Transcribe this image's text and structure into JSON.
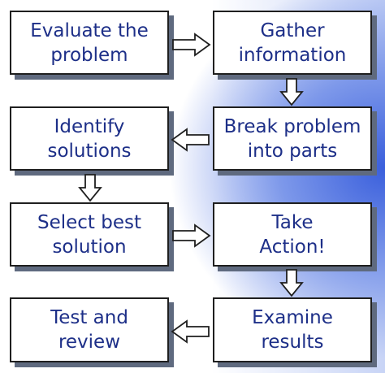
{
  "diagram": {
    "steps": [
      {
        "label": "Evaluate the\nproblem"
      },
      {
        "label": "Gather\ninformation"
      },
      {
        "label": "Break problem\ninto parts"
      },
      {
        "label": "Identify\nsolutions"
      },
      {
        "label": "Select best\nsolution"
      },
      {
        "label": "Take\nAction!"
      },
      {
        "label": "Examine\nresults"
      },
      {
        "label": "Test and\nreview"
      }
    ]
  },
  "colors": {
    "text": "#1d2f88",
    "box_border": "#1f1f1f",
    "box_shadow": "#5f6a7f",
    "background_accent": "#3a5fdc"
  }
}
